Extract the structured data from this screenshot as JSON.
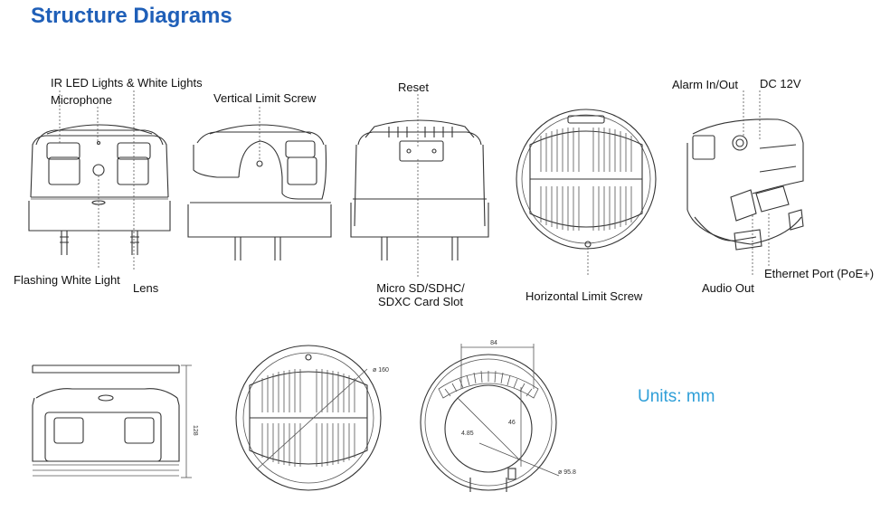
{
  "title": "Structure Diagrams",
  "units": "Units: mm",
  "labels": {
    "ir_led": "IR LED Lights & White Lights",
    "microphone": "Microphone",
    "flashing_white_light": "Flashing White Light",
    "lens": "Lens",
    "vertical_limit_screw": "Vertical Limit Screw",
    "reset": "Reset",
    "sd_slot_line1": "Micro SD/SDHC/",
    "sd_slot_line2": "SDXC Card Slot",
    "horizontal_limit_screw": "Horizontal Limit Screw",
    "alarm_in_out": "Alarm  In/Out",
    "dc_12v": "DC 12V",
    "audio_out": "Audio Out",
    "ethernet_port": "Ethernet Port (PoE+)"
  },
  "dimensions": {
    "height": "128",
    "diameter_outer": "ø 160",
    "width_top": "84",
    "depth": "46",
    "diameter_inner": "4.85",
    "diameter_base": "ø 95.8"
  }
}
